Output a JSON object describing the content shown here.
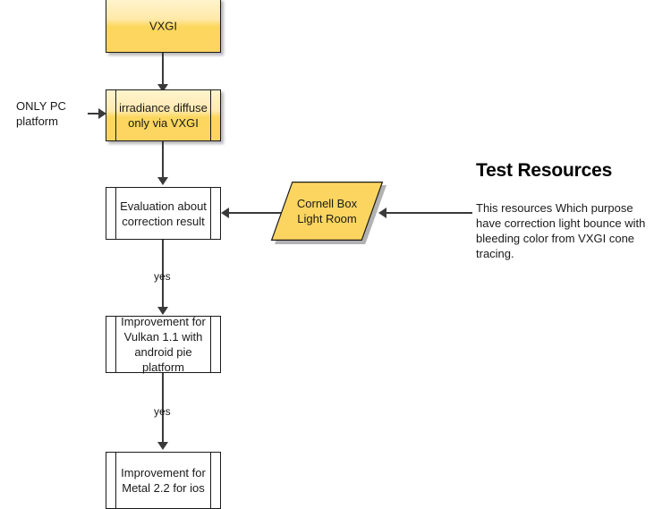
{
  "diagram": {
    "title_heading": "Test Resources",
    "description": "This resources Which purpose have correction light bounce with bleeding color from VXGI cone tracing.",
    "colors": {
      "node_fill_yellow": "#fcd561",
      "node_fill_yellow_light": "#fff4cf",
      "node_fill_white": "#ffffff",
      "node_border": "#1a1a1a",
      "connector": "#3a3a3a",
      "text": "#1a1a1a",
      "background": "#ffffff"
    },
    "nodes": [
      {
        "id": "vxgi",
        "label": "VXGI",
        "shape": "process",
        "fill": "yellow"
      },
      {
        "id": "irradiance",
        "label": "irradiance diffuse\nonly via VXGI",
        "shape": "predefined-process",
        "fill": "yellow"
      },
      {
        "id": "evaluation",
        "label": "Evaluation about\ncorrection result",
        "shape": "predefined-process",
        "fill": "white"
      },
      {
        "id": "cornell-box",
        "label": "Cornell Box\nLight Room",
        "shape": "parallelogram",
        "fill": "yellow"
      },
      {
        "id": "vulkan",
        "label": "Improvement for\nVulkan 1.1 with\nandroid pie\nplatform",
        "shape": "predefined-process",
        "fill": "white"
      },
      {
        "id": "metal",
        "label": "Improvement for\nMetal 2.2 for ios",
        "shape": "predefined-process",
        "fill": "white"
      }
    ],
    "edge_labels": {
      "eval_to_vulkan": "yes",
      "vulkan_to_metal": "yes"
    },
    "side_notes": {
      "only_pc_platform": "ONLY PC\nplatform"
    }
  }
}
